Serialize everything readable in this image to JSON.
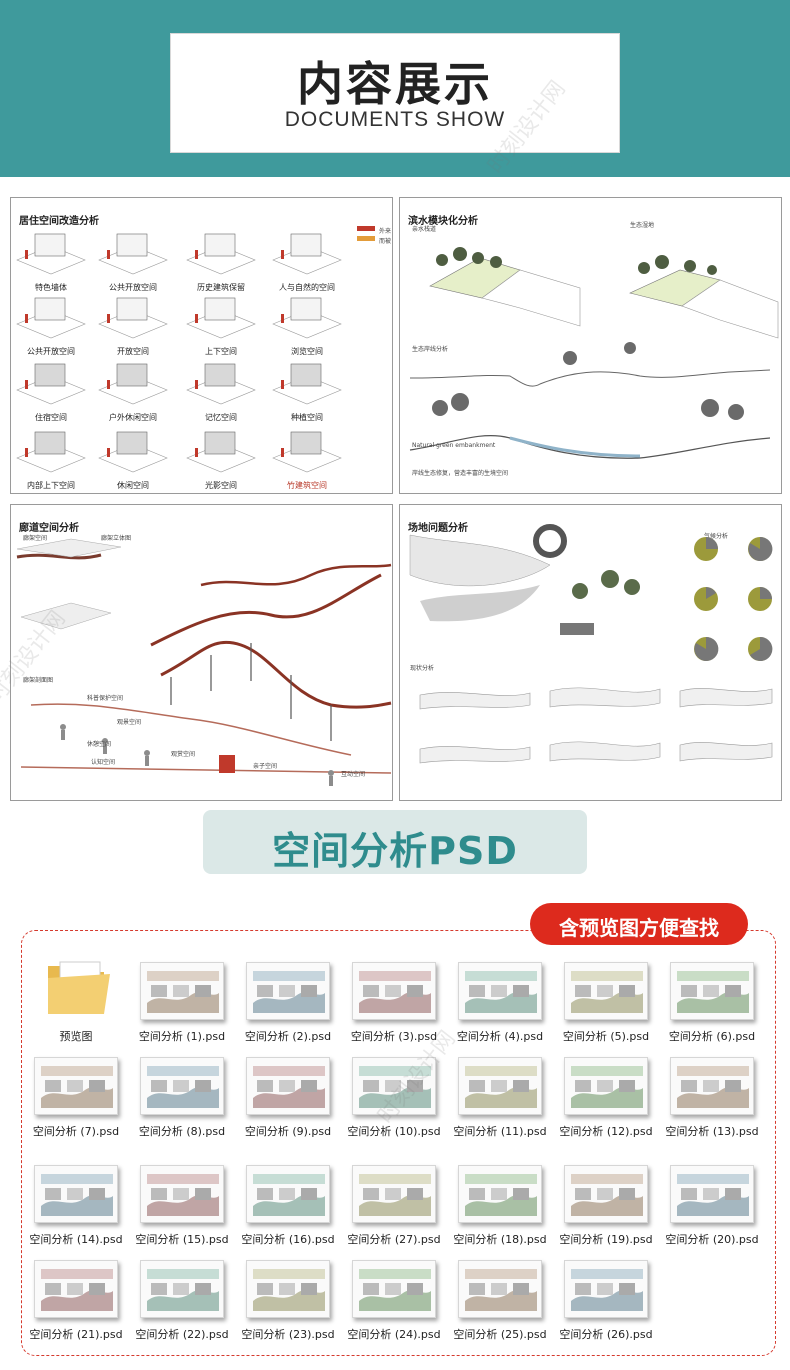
{
  "header": {
    "title_cn": "内容展示",
    "title_en": "DOCUMENTS SHOW"
  },
  "panels": {
    "p1": {
      "title": "居住空间改造分析",
      "legend": [
        "外来",
        "而被"
      ],
      "captions": [
        "特色墙体",
        "公共开放空间",
        "历史建筑保留",
        "人与自然的空间",
        "公共开放空间",
        "开放空间",
        "上下空间",
        "浏览空间",
        "住宿空间",
        "户外休闲空间",
        "记忆空间",
        "种植空间",
        "内部上下空间",
        "休闲空间",
        "光影空间",
        "竹建筑空间"
      ]
    },
    "p2": {
      "title": "滨水模块化分析",
      "sub1": "亲水栈道",
      "sub2": "生态湿地",
      "sub3": "生态岸线分析",
      "note": "Natural green embankment",
      "foot": "岸线生态修复，营造丰富的生境空间"
    },
    "p3": {
      "title": "廊道空间分析",
      "sub1": "廊架空间",
      "sub2": "廊架立体图",
      "sub3": "廊架剖面图",
      "labels": [
        "科普保护空间",
        "观景空间",
        "休憩空间",
        "认知空间",
        "观赏空间",
        "亲子空间",
        "互动空间"
      ]
    },
    "p4": {
      "title": "场地问题分析",
      "climate": "气候分析",
      "sub": "现状分析"
    }
  },
  "banner": {
    "text": "空间分析PSD"
  },
  "pill": {
    "text": "含预览图方便查找"
  },
  "files": [
    "预览图",
    "空间分析 (1).psd",
    "空间分析 (2).psd",
    "空间分析 (3).psd",
    "空间分析 (4).psd",
    "空间分析 (5).psd",
    "空间分析 (6).psd",
    "空间分析 (7).psd",
    "空间分析 (8).psd",
    "空间分析 (9).psd",
    "空间分析 (10).psd",
    "空间分析 (11).psd",
    "空间分析 (12).psd",
    "空间分析 (13).psd",
    "空间分析 (14).psd",
    "空间分析 (15).psd",
    "空间分析 (16).psd",
    "空间分析 (27).psd",
    "空间分析 (18).psd",
    "空间分析 (19).psd",
    "空间分析 (20).psd",
    "空间分析 (21).psd",
    "空间分析 (22).psd",
    "空间分析 (23).psd",
    "空间分析 (24).psd",
    "空间分析 (25).psd",
    "空间分析 (26).psd"
  ],
  "watermark": "时刻设计网",
  "colors": {
    "teal": "#3f9a9c",
    "red": "#dd2a1d",
    "banner_bg": "#dbe8e7",
    "banner_text": "#2f8c8d",
    "folder": "#f3cf72"
  }
}
